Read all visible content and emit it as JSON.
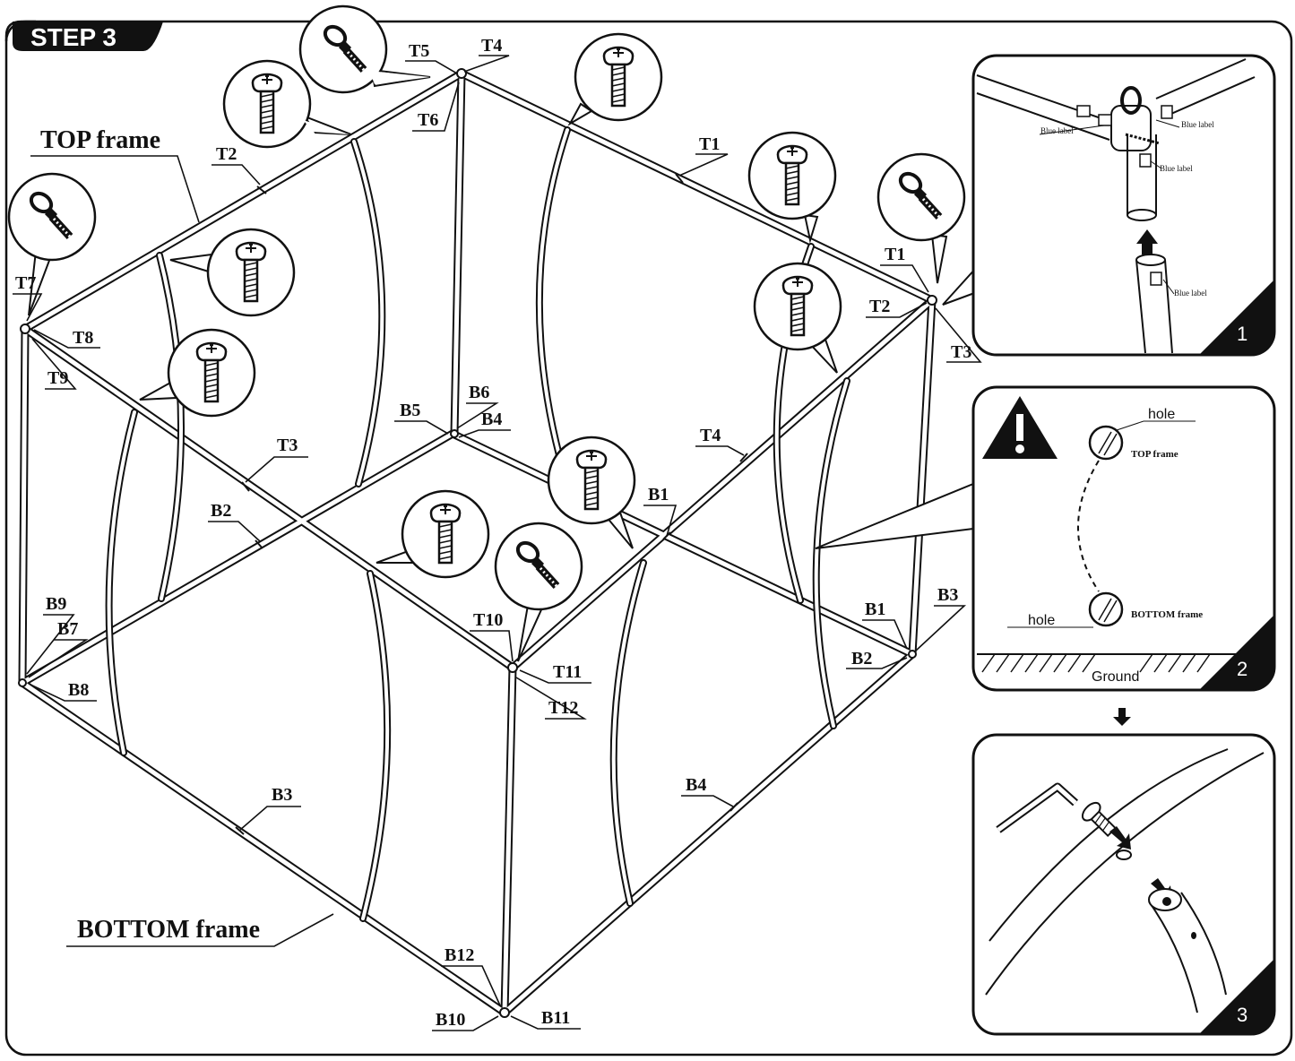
{
  "step_title": "STEP 3",
  "frame_labels": {
    "top": "TOP frame",
    "bottom": "BOTTOM frame"
  },
  "top_labels": {
    "t1_left": "T1",
    "t1_right": "T1",
    "t2_left": "T2",
    "t2_right": "T2",
    "t3_left": "T3",
    "t3_right": "T3",
    "t4_top": "T4",
    "t4_right": "T4",
    "t5": "T5",
    "t6": "T6",
    "t7": "T7",
    "t8": "T8",
    "t9": "T9",
    "t10": "T10",
    "t11": "T11",
    "t12": "T12"
  },
  "bottom_labels": {
    "b1_mid": "B1",
    "b1_right": "B1",
    "b2_left": "B2",
    "b2_right": "B2",
    "b3_right": "B3",
    "b3_bottom": "B3",
    "b4_top": "B4",
    "b4_bottom": "B4",
    "b5": "B5",
    "b6": "B6",
    "b7": "B7",
    "b8": "B8",
    "b9": "B9",
    "b10": "B10",
    "b11": "B11",
    "b12": "B12"
  },
  "inset1": {
    "number": "1",
    "labels": [
      "Blue label",
      "Blue label",
      "Blue label",
      "Blue label"
    ]
  },
  "inset2": {
    "number": "2",
    "hole_top": "hole",
    "hole_bottom": "hole",
    "top_frame": "TOP frame",
    "bottom_frame": "BOTTOM frame",
    "ground": "Ground",
    "warning_icon": "warning-triangle-icon"
  },
  "inset3": {
    "number": "3",
    "tool_icon": "allen-key-icon"
  },
  "icons": {
    "screw": "screw-icon",
    "eye_bolt": "eye-bolt-icon",
    "down_arrow": "down-arrow-icon"
  },
  "colors": {
    "line": "#111111",
    "background": "#ffffff"
  }
}
